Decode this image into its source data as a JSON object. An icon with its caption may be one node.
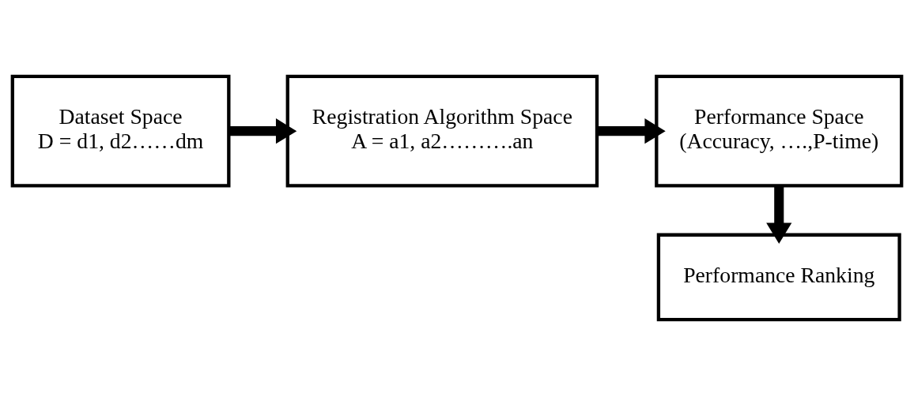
{
  "diagram": {
    "nodes": [
      {
        "text": [
          "Dataset Space",
          "D = d1, d2……dm"
        ]
      },
      {
        "text": [
          "Registration Algorithm Space",
          "A = a1, a2……….an"
        ]
      },
      {
        "text": [
          "Performance Space",
          "(Accuracy, ….,P-time)"
        ]
      },
      {
        "text": [
          "Performance Ranking"
        ]
      }
    ],
    "edges": [
      {
        "from": 0,
        "to": 1,
        "arrow": "to"
      },
      {
        "from": 1,
        "to": 2,
        "arrow": "to"
      },
      {
        "from": 2,
        "to": 3,
        "arrow": "to"
      }
    ]
  }
}
